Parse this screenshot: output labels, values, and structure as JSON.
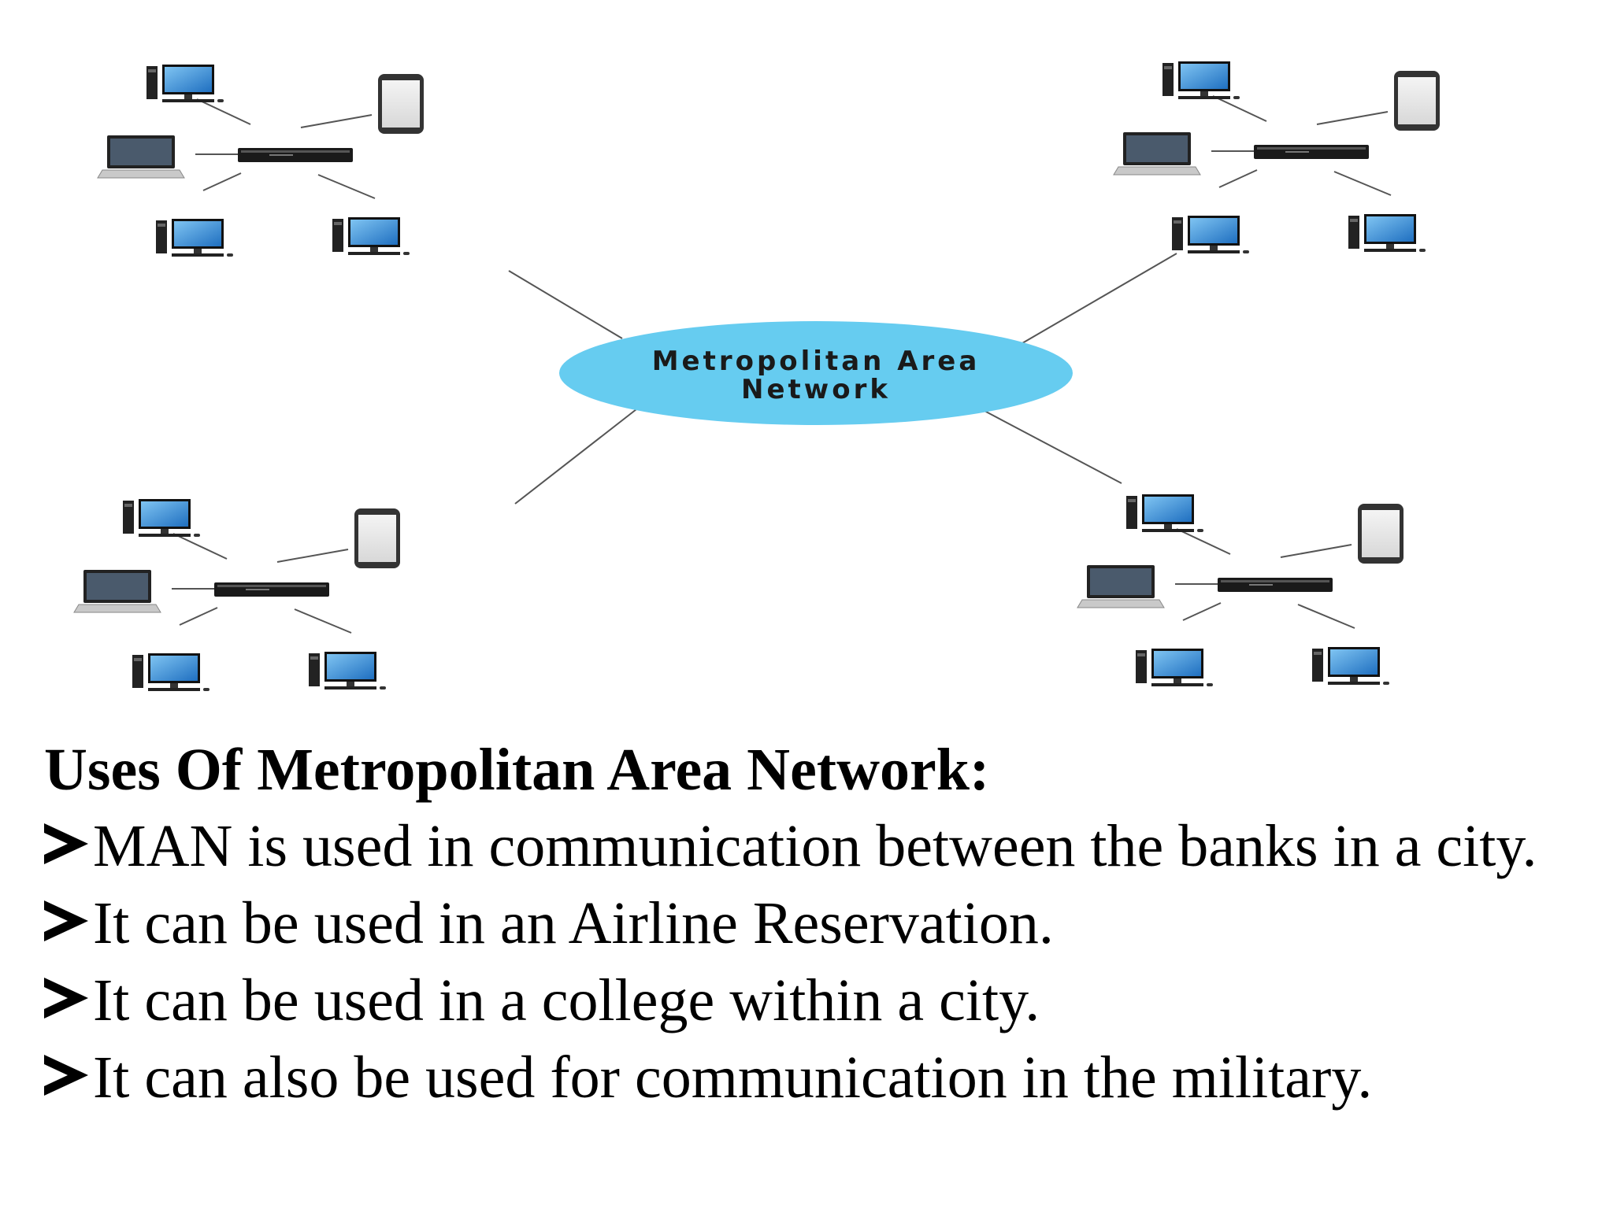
{
  "diagram": {
    "center_label_line1": "Metropolitan Area",
    "center_label_line2": "Network",
    "center_color": "#66ccf0",
    "screen_color": "#2f8fd8",
    "line_color": "#555555",
    "clusters": [
      "top-left",
      "top-right",
      "bottom-left",
      "bottom-right"
    ],
    "cluster_devices": [
      "desktop-computer",
      "tablet",
      "laptop",
      "router",
      "desktop-computer",
      "desktop-computer"
    ]
  },
  "text": {
    "heading": "Uses Of Metropolitan Area Network:",
    "bullets": [
      "MAN is used in communication between the banks in a city.",
      "It can be used in an Airline Reservation.",
      "It can be used in a college within a city.",
      "It can also be used for communication in the military."
    ]
  }
}
